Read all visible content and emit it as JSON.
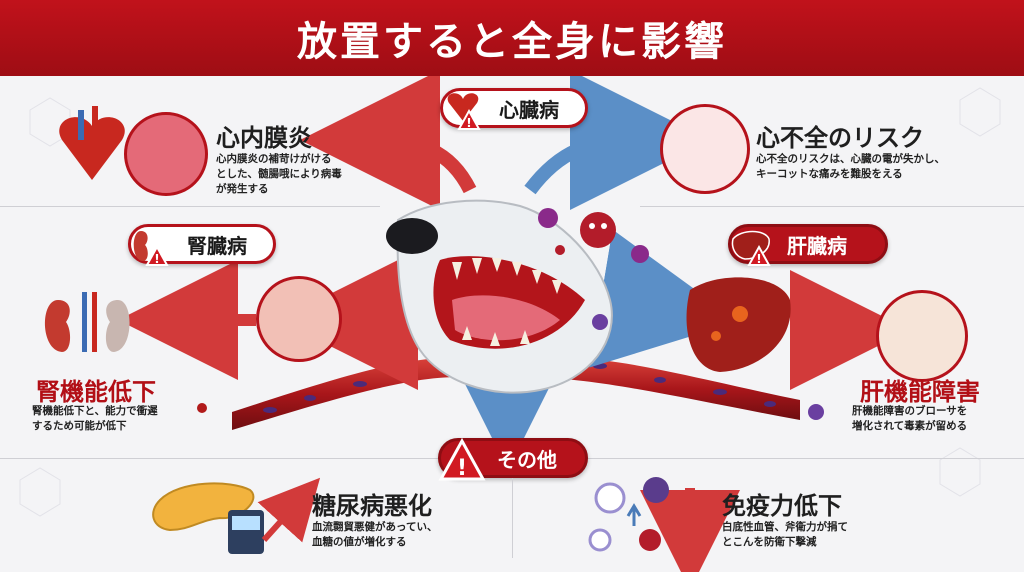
{
  "header": {
    "title": "放置すると全身に影響"
  },
  "colors": {
    "accent": "#b5121b",
    "vessel": "#9e1a1a",
    "blue_arrow": "#5b8fc7"
  },
  "sections": {
    "heart": {
      "pill_label": "心臓病",
      "icon": "heart-warning-icon"
    },
    "kidney": {
      "pill_label": "腎臓病",
      "icon": "kidney-warning-icon"
    },
    "liver": {
      "pill_label": "肝臓病",
      "icon": "liver-warning-icon"
    },
    "other": {
      "pill_label": "その他",
      "icon": "warning-icon"
    }
  },
  "items": {
    "endocarditis": {
      "title": "心内膜炎",
      "desc_1": "心内膜炎の補苛けがける",
      "desc_2": "とした、髄腸哦により病毒",
      "desc_3": "が発生する"
    },
    "heart_failure": {
      "title": "心不全のリスク",
      "desc_1": "心不全のリスクは、心臓の電が失かし、",
      "desc_2": "キーコットな痛みを難股をえる"
    },
    "kidney_decline": {
      "title": "腎機能低下",
      "desc_1": "腎機能低下と、能力で衝遲",
      "desc_2": "するため可能が低下"
    },
    "liver_damage": {
      "title": "肝機能障害",
      "desc_1": "肝機能障害のブローサを",
      "desc_2": "増化されて毒素が留める"
    },
    "diabetes": {
      "title": "糖尿病悪化",
      "desc_1": "血流翾貿悪健があってい、",
      "desc_2": "血糖の値が増化する"
    },
    "immunity": {
      "title": "免疫力低下",
      "desc_1": "白底性血管、斧衛力が捐て",
      "desc_2": "とこんを防衛下撃減"
    }
  }
}
